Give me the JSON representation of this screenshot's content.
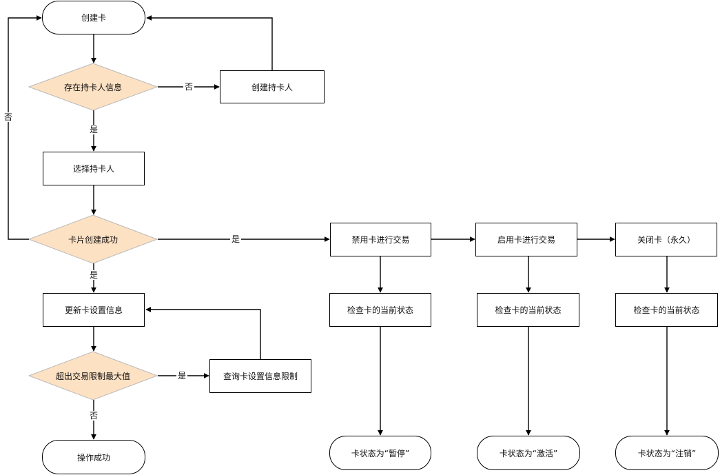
{
  "nodes": {
    "create_card": "创建卡",
    "holder_exists": "存在持卡人信息",
    "create_holder": "创建持卡人",
    "select_holder": "选择持卡人",
    "card_created_ok": "卡片创建成功",
    "update_card_settings": "更新卡设置信息",
    "exceeds_limit": "超出交易限制最大值",
    "query_limits": "查询卡设置信息限制",
    "operation_success": "操作成功",
    "disable_card": "禁用卡进行交易",
    "enable_card": "启用卡进行交易",
    "close_card": "关闭卡（永久）",
    "check_state_1": "检查卡的当前状态",
    "check_state_2": "检查卡的当前状态",
    "check_state_3": "检查卡的当前状态",
    "state_suspended": "卡状态为“暂停”",
    "state_active": "卡状态为“激活”",
    "state_cancelled": "卡状态为“注销”"
  },
  "edge_labels": {
    "holder_no": "否",
    "holder_yes": "是",
    "created_no": "否",
    "created_yes_right": "是",
    "created_yes_down": "是",
    "limit_yes": "是",
    "limit_no": "否"
  },
  "colors": {
    "diamond_fill": "#fde1c3",
    "diamond_stroke": "#b9b9b9",
    "line": "#000000"
  }
}
